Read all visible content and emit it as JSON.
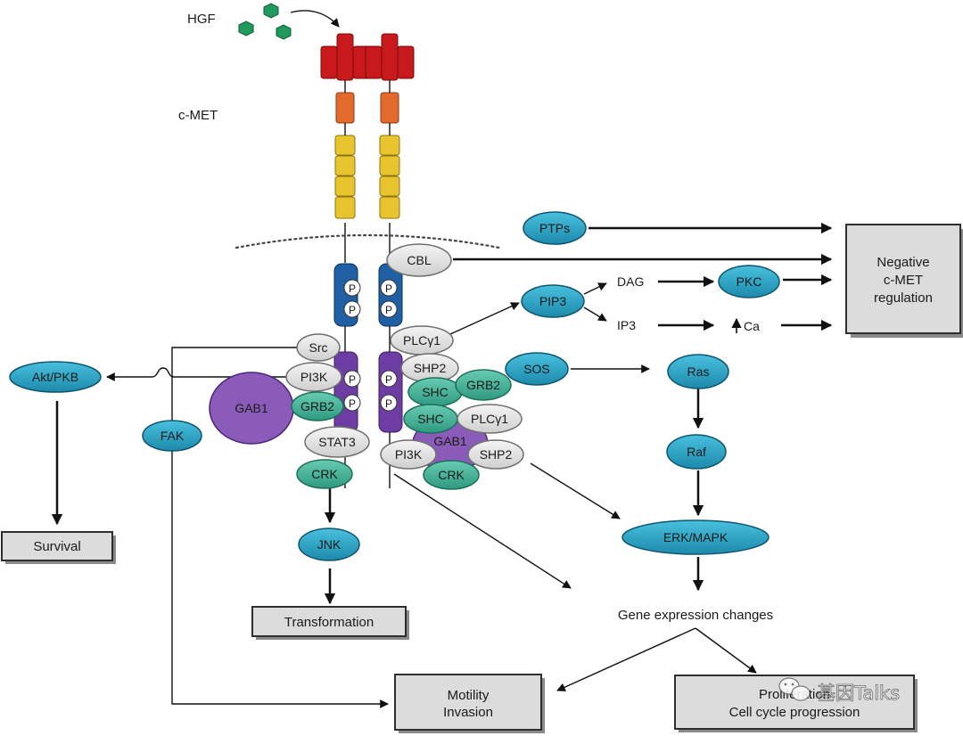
{
  "colors": {
    "teal_node": "#2a9fc0",
    "green_node": "#48b39a",
    "grey_node": "#e6e6e6",
    "gab1_purple": "#8a5bb8",
    "receptor_red": "#c8191c",
    "receptor_orange": "#e26a2c",
    "receptor_yellow": "#e8c52e",
    "receptor_blue": "#1f5fa3",
    "receptor_purple": "#6d3da3",
    "hgf_green": "#1f9a5c"
  },
  "ligand": {
    "label": "HGF"
  },
  "receptor": {
    "label": "c-MET",
    "phospho": "P"
  },
  "nodes": {
    "ptps": "PTPs",
    "cbl": "CBL",
    "pip3": "PIP3",
    "pkc": "PKC",
    "dag": "DAG",
    "ip3": "IP3",
    "ca": "Ca",
    "src": "Src",
    "pi3k_left": "PI3K",
    "grb2_left": "GRB2",
    "gab1_left": "GAB1",
    "stat3": "STAT3",
    "crk_left": "CRK",
    "jnk": "JNK",
    "fak": "FAK",
    "akt": "Akt/PKB",
    "plcg_top": "PLCγ1",
    "shp2_top": "SHP2",
    "shc_top": "SHC",
    "grb2_right": "GRB2",
    "sos": "SOS",
    "shc_mid": "SHC",
    "plcg_mid": "PLCγ1",
    "gab1_right": "GAB1",
    "pi3k_right": "PI3K",
    "shp2_right": "SHP2",
    "crk_right": "CRK",
    "ras": "Ras",
    "raf": "Raf",
    "erk": "ERK/MAPK"
  },
  "outcomes": {
    "negative_line1": "Negative",
    "negative_line2": "c-MET",
    "negative_line3": "regulation",
    "survival": "Survival",
    "transformation": "Transformation",
    "gene_expression": "Gene expression changes",
    "motility_line1": "Motility",
    "motility_line2": "Invasion",
    "proliferation_line1": "Proliferation",
    "proliferation_line2": "Cell cycle progression"
  },
  "watermark": {
    "text": "基因Talks"
  }
}
